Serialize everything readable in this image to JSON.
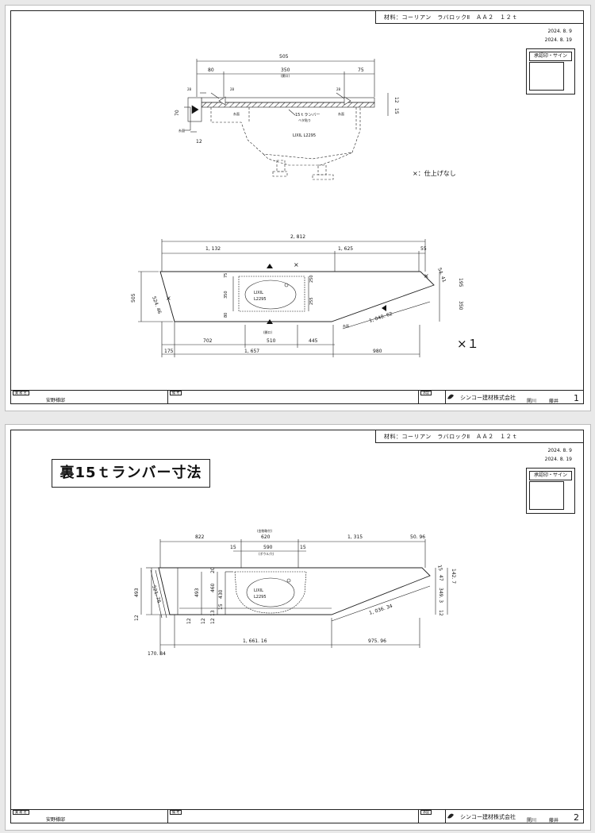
{
  "sheet1": {
    "material": "材料：コーリアン　ラバロックⅡ　ＡＡ２　１２ｔ",
    "date1": "2024. 8. 9",
    "date2": "2024. 8. 19",
    "sign_label": "承認印・サイン",
    "legend": "×：仕上げなし",
    "quantity": "×１",
    "titleblock": {
      "project_cap": "業 務 名",
      "project": "安野様邸",
      "note_cap": "備 考",
      "app_cap": "承認",
      "company": "シンコー建材株式会社",
      "person1": "関川",
      "person2": "藤井",
      "page": "1"
    },
    "section": {
      "overall": "505",
      "left": "80",
      "center": "350",
      "center_note": "(開口)",
      "right": "75",
      "w28a": "28",
      "w28b": "28",
      "w28c": "28",
      "side_h": "70",
      "side_h2": "12",
      "h12": "12",
      "h15": "15",
      "label_a": "糸面",
      "label_b": "糸面",
      "label_c": "糸面",
      "rumber": "15ｔランバー",
      "rumber2": "ベタ貼り",
      "sink": "LIXIL L2295"
    },
    "plan": {
      "overall": "2, 812",
      "top_left": "1, 132",
      "top_right": "1, 625",
      "top_end": "55",
      "depth": "505",
      "diag_left": "524. 46",
      "r_small": "54. 41",
      "r_right1": "195",
      "r_right2": "350",
      "sink1": "LIXIL",
      "sink2": "L2295",
      "bowl_75": "75",
      "bowl_350": "350",
      "bowl_80": "80",
      "bowl_250": "250",
      "bowl_255": "255",
      "bottom_702": "702",
      "bottom_510": "510",
      "bottom_510_note": "(開口)",
      "bottom_445": "445",
      "bottom_175": "175",
      "bottom_1657": "1, 657",
      "bottom_980": "980",
      "diag_right": "1, 040. 62",
      "edge_label": "糸面"
    }
  },
  "sheet2": {
    "title": "裏15ｔランバー寸法",
    "material": "材料：コーリアン　ラバロックⅡ　ＡＡ２　１２ｔ",
    "date1": "2024. 8. 9",
    "date2": "2024. 8. 19",
    "sign_label": "承認印・サイン",
    "titleblock": {
      "project_cap": "業 務 名",
      "project": "安野様邸",
      "note_cap": "備 考",
      "app_cap": "承認",
      "company": "シンコー建材株式会社",
      "person1": "関川",
      "person2": "藤井",
      "page": "2"
    },
    "plan": {
      "top_822": "822",
      "top_620": "620",
      "top_620_note": "(金物取付)",
      "top_1315": "1, 315",
      "top_5096": "50. 96",
      "in_15a": "15",
      "in_590": "590",
      "in_590_note": "(ボウル穴)",
      "in_15b": "15",
      "depth_493a": "493",
      "depth_493b": "493",
      "diag_left": "521. 76",
      "left_12": "12",
      "v_20": "20",
      "v_460": "460",
      "v_430": "430",
      "v_15": "15",
      "v_13": "13",
      "v_12a": "12",
      "v_12b": "12",
      "v_12c": "12",
      "r_15": "15",
      "r_47": "47",
      "r_1427": "142. 7",
      "r_3493": "349. 3",
      "r_12": "12",
      "sink1": "LIXIL",
      "sink2": "L2295",
      "diag_right": "1, 036. 34",
      "bottom_1661": "1, 661. 16",
      "bottom_975": "975. 96",
      "bottom_170": "170. 84"
    }
  }
}
